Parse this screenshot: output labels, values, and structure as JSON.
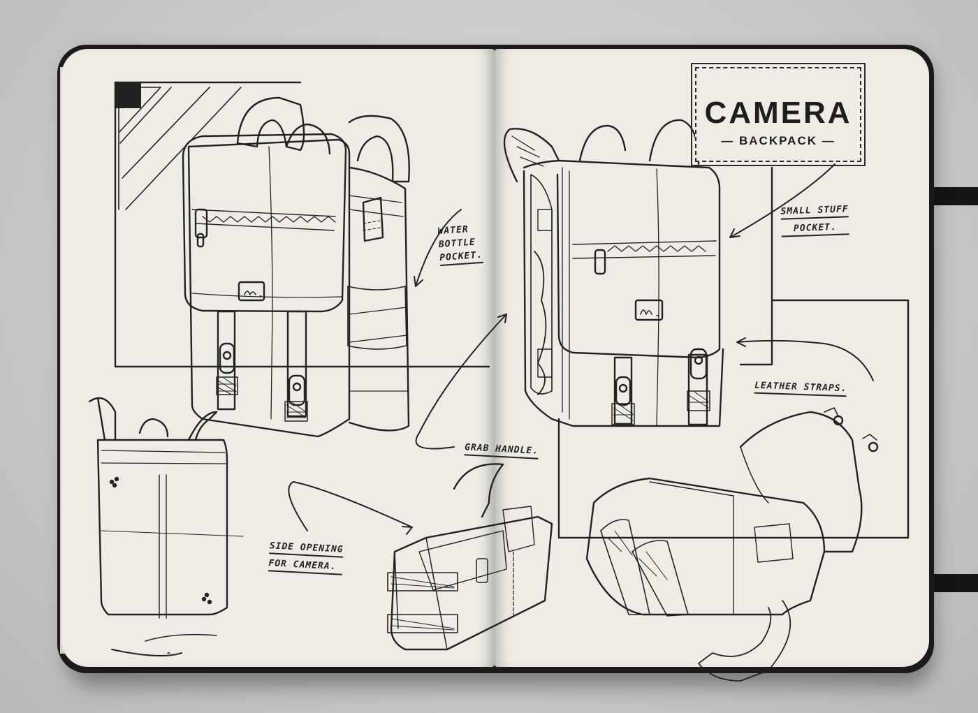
{
  "sign": {
    "title": "CAMERA",
    "subtitle": "BACKPACK"
  },
  "labels": {
    "water_bottle": [
      "WATER",
      "BOTTLE",
      "POCKET."
    ],
    "small_stuff": [
      "SMALL STUFF",
      "POCKET."
    ],
    "leather_straps": "LEATHER STRAPS.",
    "grab_handle": "GRAB HANDLE.",
    "side_opening": [
      "SIDE OPENING",
      "FOR CAMERA."
    ]
  },
  "colors": {
    "ink": "#222222",
    "paper": "#efece6",
    "cover": "#1b1b1b",
    "background": "#c9c9c9"
  }
}
